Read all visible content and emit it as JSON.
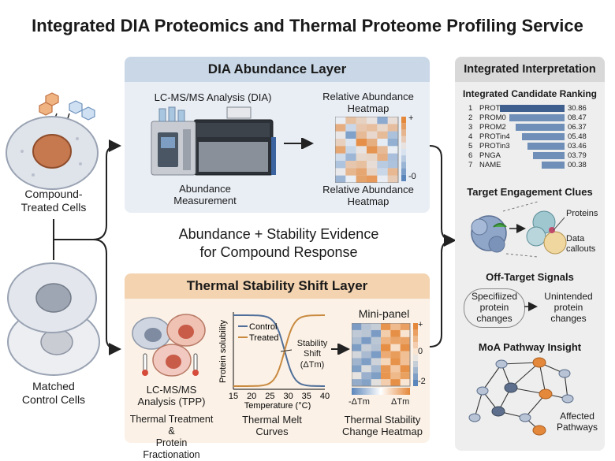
{
  "title": "Integrated DIA Proteomics and Thermal Proteome Profiling Service",
  "left": {
    "treated_label": "Compound-\nTreated Cells",
    "control_label": "Matched\nControl Cells"
  },
  "dia": {
    "header": "DIA Abundance Layer",
    "lcms_label": "LC-MS/MS Analysis (DIA)",
    "abundance_caption": "Abundance\nMeasurement",
    "heatmap_top": "Relative Abundance\nHeatmap",
    "heatmap_bottom": "Relative Abundance\nHeatmap",
    "scale_plus": "+",
    "scale_minus": "-0"
  },
  "middle_text": "Abundance + Stability Evidence\nfor Compound Response",
  "tpp": {
    "header": "Thermal Stability Shift Layer",
    "lcms_label": "LC-MS/MS\nAnalysis (TPP)",
    "treatment_caption": "Thermal Treatment &\nProtein Fractionation",
    "melt_caption": "Thermal Melt\nCurves",
    "legend_control": "Control",
    "legend_treated": "Treated",
    "y_label": "Protein solubility",
    "x_label": "Temperature (°C)",
    "x_ticks": [
      "15",
      "20",
      "25",
      "30",
      "35",
      "40"
    ],
    "shift_label": "Stability\nShift",
    "shift_sub": "(ΔTm)",
    "mini_panel": "Mini-panel",
    "scale_plus": "+",
    "scale_zero": "0",
    "scale_minus": "-2",
    "delta_left": "-ΔTm",
    "delta_right": "ΔTm",
    "heatmap_caption": "Thermal Stability\nChange Heatmap"
  },
  "right": {
    "header": "Integrated Interpretation",
    "ranking_title": "Integrated Candidate Ranking",
    "ranking": [
      {
        "rank": "1",
        "name": "PROTin1",
        "score": "30.86",
        "value": 30.86
      },
      {
        "rank": "2",
        "name": "PROM0",
        "score": "08.47",
        "value": 26.5
      },
      {
        "rank": "3",
        "name": "PROM2",
        "score": "06.37",
        "value": 23.5
      },
      {
        "rank": "4",
        "name": "PROTin4",
        "score": "05.48",
        "value": 20.5
      },
      {
        "rank": "5",
        "name": "PROTin3",
        "score": "03.46",
        "value": 17.5
      },
      {
        "rank": "6",
        "name": "PNGA",
        "score": "03.79",
        "value": 15
      },
      {
        "rank": "7",
        "name": "NAME",
        "score": "00.38",
        "value": 11
      }
    ],
    "target_title": "Target Engagement Clues",
    "proteins_label": "Proteins",
    "data_callouts": "Data\ncallouts",
    "offtarget_title": "Off-Target Signals",
    "specified": "Specifiized\nprotein\nchanges",
    "unintended": "Unintended\nprotein\nchanges",
    "moa_title": "MoA Pathway Insight",
    "affected": "Affected\nPathways"
  },
  "colors": {
    "dia_bg": "#e9eef5",
    "dia_head": "#c9d7e6",
    "tpp_bg": "#fbf1e6",
    "tpp_head": "#f3d3b0",
    "right_bg": "#eeeeee",
    "control_line": "#4f6f9a",
    "treated_line": "#c98a3f",
    "heat_blue": "#5b86bb",
    "heat_orange": "#e4883b"
  }
}
